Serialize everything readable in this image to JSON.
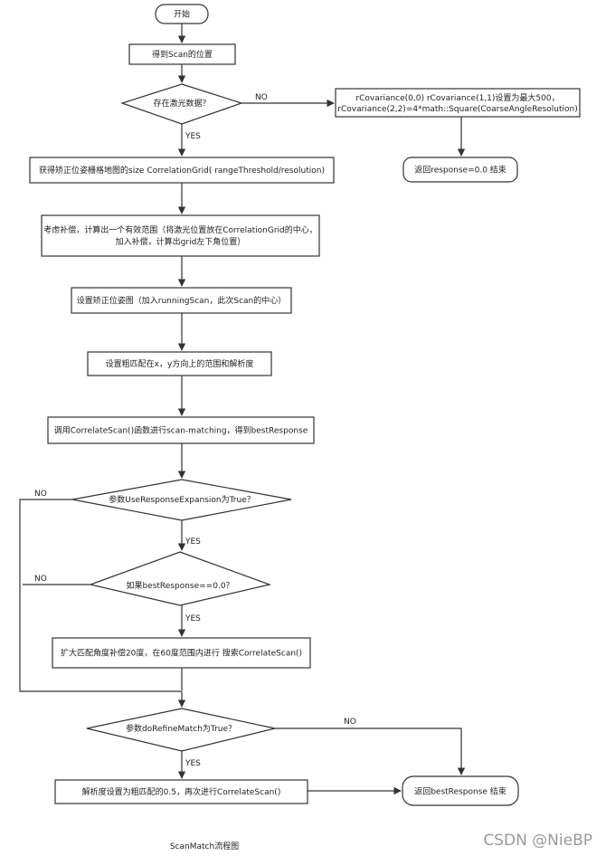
{
  "nodes": {
    "start": "开始",
    "get_pos": "得到Scan的位置",
    "has_laser": "存在激光数据？",
    "set_cov_1": "rCovariance(0,0) rCovariance(1,1)设置为最大500，",
    "set_cov_2": "rCovariance(2,2)=4*math::Square(CoarseAngleResolution)",
    "return_zero": "返回response=0.0 结束",
    "get_size": "获得矫正位姿栅格地图的size CorrelationGrid( rangeThreshold/resolution)",
    "offset_1": "考虑补偿，计算出一个有效范围（将激光位置放在CorrelationGrid的中心，",
    "offset_2": "加入补偿，计算出grid左下角位置）",
    "set_pose": "设置矫正位姿图（加入runningScan，此次Scan的中心）",
    "set_range": "设置粗匹配在x，y方向上的范围和解析度",
    "correlate": "调用CorrelateScan()函数进行scan-matching，得到bestResponse",
    "use_expansion": "参数UseResponseExpansion为True？",
    "best_zero": "如果bestResponse==0.0？",
    "expand": "扩大匹配角度补偿20度，在60度范围内进行 搜索CorrelateScan()",
    "refine": "参数doRefineMatch为True？",
    "fine_match": "解析度设置为粗匹配的0.5，再次进行CorrelateScan()",
    "return_best": "返回bestResponse 结束"
  },
  "edges": {
    "no": "NO",
    "yes": "YES"
  },
  "caption": "ScanMatch流程图",
  "watermark": "CSDN @NieBP"
}
